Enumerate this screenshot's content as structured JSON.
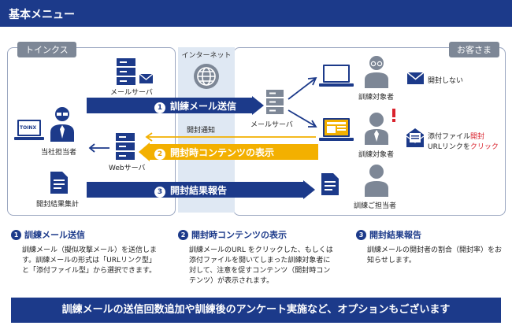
{
  "header": {
    "title": "基本メニュー"
  },
  "panels": {
    "left_tab": "トインクス",
    "right_tab": "お客さま"
  },
  "internet": {
    "label": "インターネット"
  },
  "nodes": {
    "mail_server_left": "メールサーバ",
    "mail_server_right": "メールサーバ",
    "staff": "当社担当者",
    "web_server": "Webサーバ",
    "result_aggregation": "開封結果集計",
    "target1": "訓練対象者",
    "target2": "訓練対象者",
    "client_staff": "訓練ご担当者",
    "open_notice": "開封通知",
    "laptop_logo": "TOINX"
  },
  "arrows": {
    "a1": {
      "num": "1",
      "label": "訓練メール送信"
    },
    "a2": {
      "num": "2",
      "label": "開封時コンテンツの表示"
    },
    "a3": {
      "num": "3",
      "label": "開封結果報告"
    }
  },
  "side_notes": {
    "not_opened": "開封しない",
    "attach_prefix": "添付ファイル",
    "attach_open": "開封",
    "url_prefix": "URLリンクを",
    "url_click": "クリック"
  },
  "descriptions": [
    {
      "num": "1",
      "title": "訓練メール送信",
      "body": "訓練メール（擬似攻撃メール）を送信します。訓練メールの形式は「URLリンク型」と「添付ファイル型」から選択できます。"
    },
    {
      "num": "2",
      "title": "開封時コンテンツの表示",
      "body": "訓練メールのURL をクリックした、もしくは添付ファイルを開いてしまった訓練対象者に対して、注意を促すコンテンツ（開封時コンテンツ）が表示されます。"
    },
    {
      "num": "3",
      "title": "開封結果報告",
      "body": "訓練メールの開封者の割合（開封率）をお知らせします。"
    }
  ],
  "footer": {
    "text": "訓練メールの送信回数追加や訓練後のアンケート実施など、オプションもございます"
  },
  "colors": {
    "navy": "#1c3a8a",
    "yellow": "#f3b000",
    "red": "#d9232d",
    "gray": "#7d8796"
  }
}
